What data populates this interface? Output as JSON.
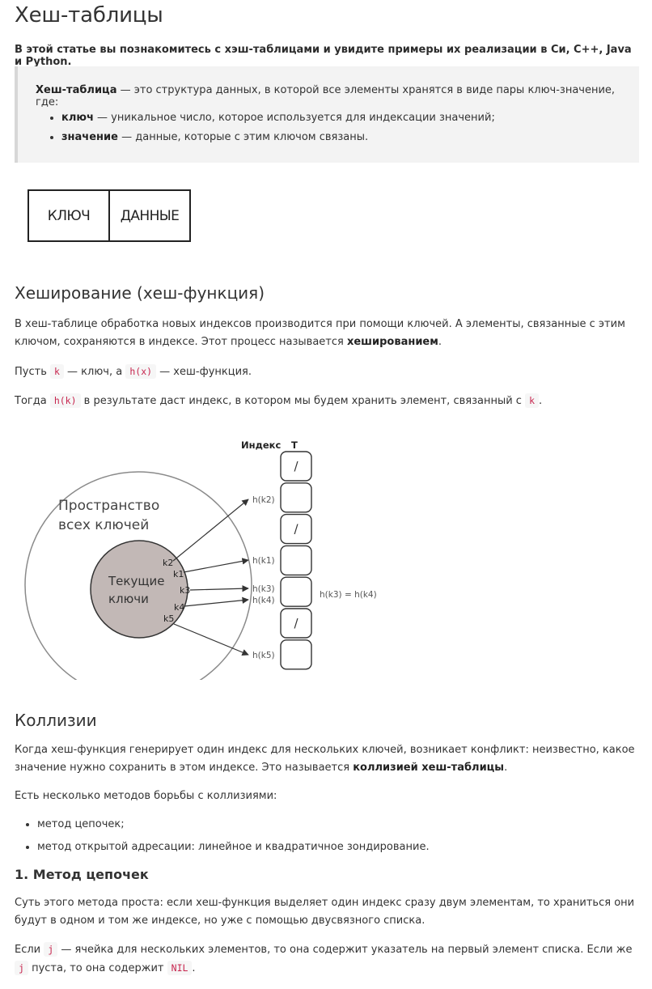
{
  "title": "Хеш-таблицы",
  "lead": "В этой статье вы познакомитесь с хэш-таблицами и увидите примеры их реализации в Си, C++, Java и Python.",
  "note": {
    "term": "Хеш-таблица",
    "text": " — это структура данных, в которой все элементы хранятся в виде пары ключ-значение, где:",
    "items": [
      {
        "term": "ключ",
        "text": " — уникальное число, которое используется для индексации значений;"
      },
      {
        "term": "значение",
        "text": " — данные, которые с этим ключом связаны."
      }
    ]
  },
  "kv_diagram": {
    "key": "КЛЮЧ",
    "value": "ДАННЫЕ"
  },
  "hashing": {
    "heading": "Хеширование (хеш-функция)",
    "p1_text": "В хеш-таблице обработка новых индексов производится при помощи ключей. А элементы, связанные с этим ключом, сохраняются в индексе. Этот процесс называется ",
    "p1_bold": "хешированием",
    "p1_end": ".",
    "p2_a": "Пусть ",
    "p2_code1": "k",
    "p2_b": " — ключ, а ",
    "p2_code2": "h(x)",
    "p2_c": " — хеш-функция.",
    "p3_a": "Тогда ",
    "p3_code1": "h(k)",
    "p3_b": " в результате даст индекс, в котором мы будем хранить элемент, связанный с ",
    "p3_code2": "k",
    "p3_c": "."
  },
  "hash_diagram": {
    "index_label": "Индекс",
    "table_label": "T",
    "outer_label_1": "Пространство",
    "outer_label_2": "всех ключей",
    "inner_label_1": "Текущие",
    "inner_label_2": "ключи",
    "keys": [
      "k2",
      "k1",
      "k3",
      "k4",
      "k5"
    ],
    "hash_labels": [
      "h(k2)",
      "h(k1)",
      "h(k3)",
      "h(k4)",
      "h(k5)"
    ],
    "collision_label": "h(k3) = h(k4)",
    "slots": [
      "/",
      "",
      "/",
      "",
      "",
      "/",
      ""
    ],
    "colors": {
      "outer_fill": "#ffffff",
      "inner_fill": "#c2b8b6",
      "stroke": "#333333"
    }
  },
  "collisions": {
    "heading": "Коллизии",
    "p1_text": "Когда хеш-функция генерирует один индекс для нескольких ключей, возникает конфликт: неизвестно, какое значение нужно сохранить в этом индексе. Это называется ",
    "p1_bold": "коллизией хеш-таблицы",
    "p1_end": ".",
    "p2": "Есть несколько методов борьбы с коллизиями:",
    "methods": [
      "метод цепочек;",
      "метод открытой адресации: линейное и квадратичное зондирование."
    ]
  },
  "chaining": {
    "heading": "1. Метод цепочек",
    "p1": "Суть этого метода проста: если хеш-функция выделяет один индекс сразу двум элементам, то храниться они будут в одном и том же индексе, но уже с помощью двусвязного списка.",
    "p2_a": "Если ",
    "p2_code1": "j",
    "p2_b": " — ячейка для нескольких элементов, то она содержит указатель на первый элемент списка. Если же ",
    "p2_code2": "j",
    "p2_c": " пуста, то она содержит ",
    "p2_code3": "NIL",
    "p2_d": "."
  }
}
